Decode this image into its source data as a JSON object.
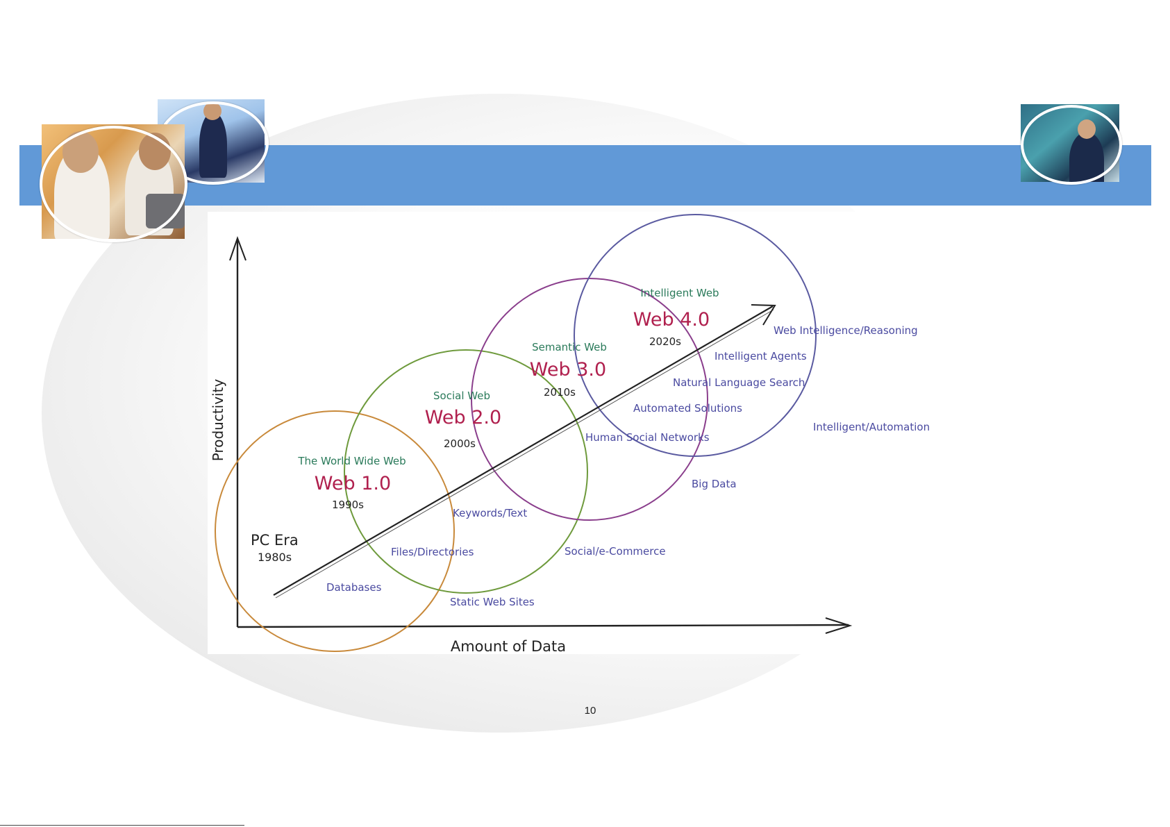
{
  "slide": {
    "page_number": "10",
    "colors": {
      "header_band": "#6199d7",
      "background": "#ffffff"
    },
    "photos": [
      {
        "name": "photo-colleagues-at-laptop",
        "icon": "people-photo"
      },
      {
        "name": "photo-handshake",
        "icon": "handshake-photo"
      },
      {
        "name": "photo-presenter",
        "icon": "presenter-photo"
      }
    ]
  },
  "diagram": {
    "axis_y_label": "Productivity",
    "axis_x_label": "Amount of Data",
    "colors": {
      "web1": "#c8893a",
      "web2": "#6e9a3c",
      "web3": "#8a3e8c",
      "web4": "#5a5aa0",
      "subtitle": "#2a7a5a",
      "title": "#b0204e",
      "year": "#222222",
      "item": "#4a4aa0",
      "trend": "#222222"
    },
    "pc_era": {
      "title": "PC Era",
      "year": "1980s"
    },
    "eras": [
      {
        "subtitle": "The World Wide Web",
        "title": "Web 1.0",
        "year": "1990s"
      },
      {
        "subtitle": "Social Web",
        "title": "Web 2.0",
        "year": "2000s"
      },
      {
        "subtitle": "Semantic Web",
        "title": "Web 3.0",
        "year": "2010s"
      },
      {
        "subtitle": "Intelligent Web",
        "title": "Web 4.0",
        "year": "2020s"
      }
    ],
    "items": {
      "databases": "Databases",
      "static_web_sites": "Static Web Sites",
      "files_directories": "Files/Directories",
      "keywords_text": "Keywords/Text",
      "social_ecommerce": "Social/e-Commerce",
      "human_social_networks": "Human Social Networks",
      "big_data": "Big Data",
      "automated_solutions": "Automated Solutions",
      "natural_language_search": "Natural Language Search",
      "intelligent_agents": "Intelligent Agents",
      "web_intelligence_reasoning": "Web Intelligence/Reasoning",
      "intelligent_automation": "Intelligent/Automation"
    }
  }
}
